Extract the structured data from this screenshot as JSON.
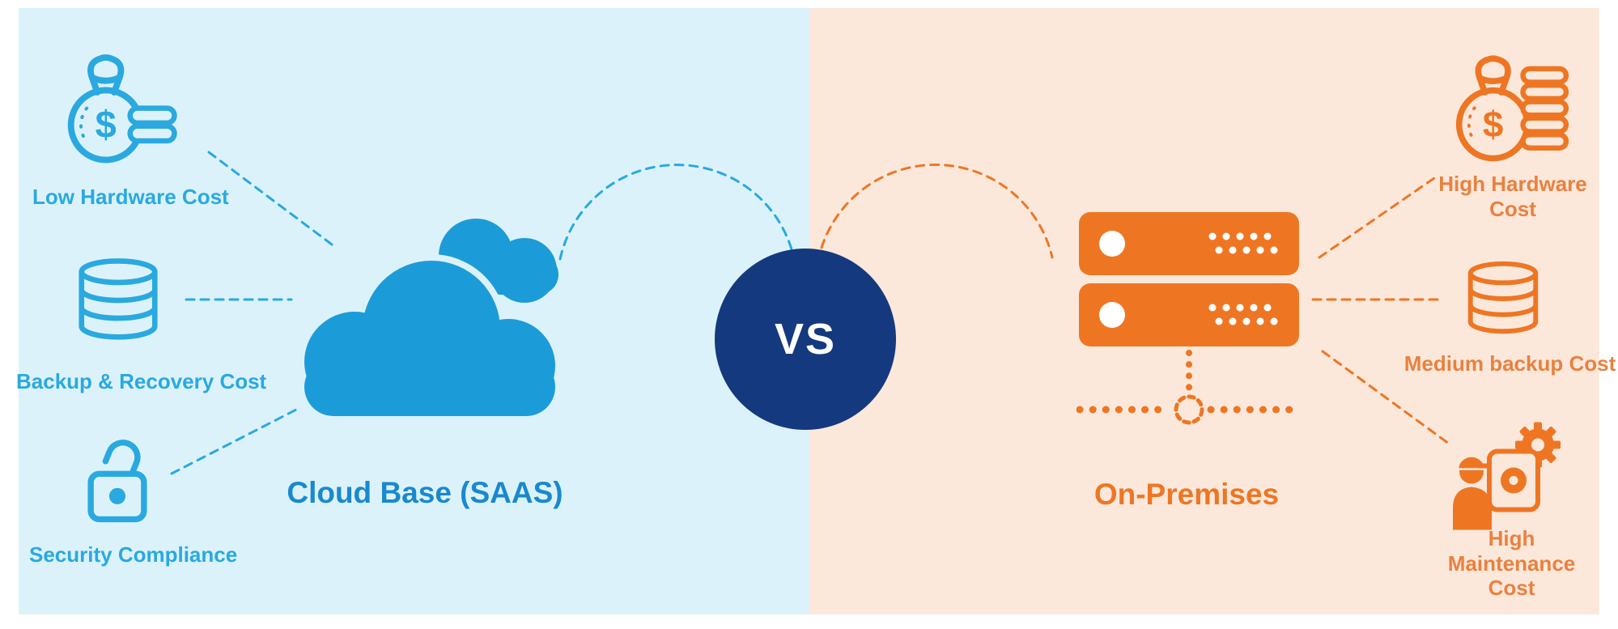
{
  "left_panel": {
    "title": "Cloud Base (SAAS)",
    "items": [
      {
        "id": "hardware",
        "label": "Low Hardware Cost",
        "icon": "money-bag-icon"
      },
      {
        "id": "backup",
        "label": "Backup & Recovery Cost",
        "icon": "database-icon"
      },
      {
        "id": "security",
        "label": "Security Compliance",
        "icon": "padlock-icon"
      }
    ]
  },
  "right_panel": {
    "title": "On-Premises",
    "items": [
      {
        "id": "hardware",
        "label": "High Hardware Cost",
        "icon": "money-bag-coins-icon"
      },
      {
        "id": "backup",
        "label": "Medium backup Cost",
        "icon": "database-icon"
      },
      {
        "id": "maintenance",
        "label": "High Maintenance Cost",
        "icon": "technician-icon"
      }
    ]
  },
  "versus": {
    "label": "VS"
  },
  "icons": {
    "money_bag_symbol": "$"
  },
  "colors": {
    "left_background": "#DCF2FB",
    "right_background": "#FCE8DB",
    "blue_accent": "#29A9E0",
    "cloud_blue": "#1B9CD9",
    "cloud_title_blue": "#1989CE",
    "orange_accent": "#EE7623",
    "orange_label": "#E9813F",
    "vs_navy": "#15397E",
    "vs_text": "#FFFFFF"
  }
}
